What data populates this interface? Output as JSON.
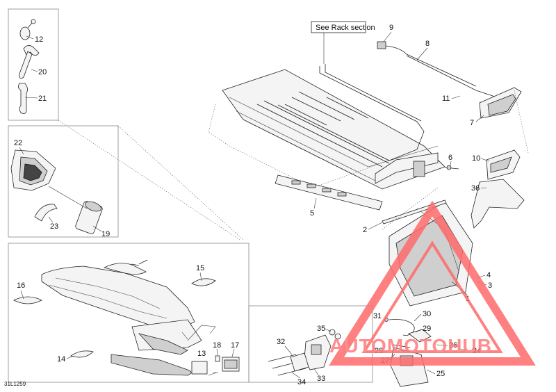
{
  "rack_note": "See Rack section",
  "drawing_code": "31L1259",
  "watermark": {
    "text": "AUTOMOTOHUB",
    "color": "#ff6b6b",
    "accent": "#f5a300"
  },
  "callouts": {
    "c1": "1",
    "c2": "2",
    "c3": "3",
    "c4": "4",
    "c5": "5",
    "c6": "6",
    "c7": "7",
    "c8": "8",
    "c9": "9",
    "c10": "10",
    "c11": "11",
    "c12": "12",
    "c13": "13",
    "c14": "14",
    "c15": "15",
    "c16": "16",
    "c17": "17",
    "c18": "18",
    "c19": "19",
    "c20": "20",
    "c21": "21",
    "c22": "22",
    "c23": "23",
    "c24": "24",
    "c25": "25",
    "c26": "26",
    "c27": "27",
    "c28": "28",
    "c29": "29",
    "c30": "30",
    "c31": "31",
    "c32": "32",
    "c33": "33",
    "c34": "34",
    "c35": "35",
    "c36": "36"
  }
}
